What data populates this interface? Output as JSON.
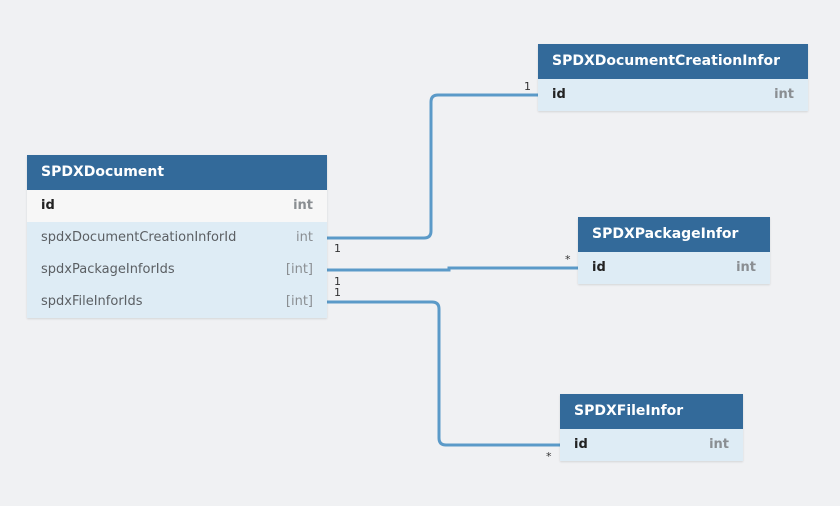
{
  "entities": {
    "doc": {
      "title": "SPDXDocument",
      "fields": [
        {
          "name": "id",
          "type": "int"
        },
        {
          "name": "spdxDocumentCreationInforId",
          "type": "int"
        },
        {
          "name": "spdxPackageInforIds",
          "type": "[int]"
        },
        {
          "name": "spdxFileInforIds",
          "type": "[int]"
        }
      ]
    },
    "creation": {
      "title": "SPDXDocumentCreationInfor",
      "fields": [
        {
          "name": "id",
          "type": "int"
        }
      ]
    },
    "package": {
      "title": "SPDXPackageInfor",
      "fields": [
        {
          "name": "id",
          "type": "int"
        }
      ]
    },
    "file": {
      "title": "SPDXFileInfor",
      "fields": [
        {
          "name": "id",
          "type": "int"
        }
      ]
    }
  },
  "relationships": [
    {
      "from": "doc.spdxDocumentCreationInforId",
      "to": "creation.id",
      "from_card": "1",
      "to_card": "1"
    },
    {
      "from": "doc.spdxPackageInforIds",
      "to": "package.id",
      "from_card": "1",
      "to_card": "*"
    },
    {
      "from": "doc.spdxFileInforIds",
      "to": "file.id",
      "from_card": "1",
      "to_card": "*"
    }
  ],
  "colors": {
    "header": "#336a9a",
    "row": "#deecf5",
    "connector": "#5b9ac8",
    "background": "#f0f1f3"
  }
}
